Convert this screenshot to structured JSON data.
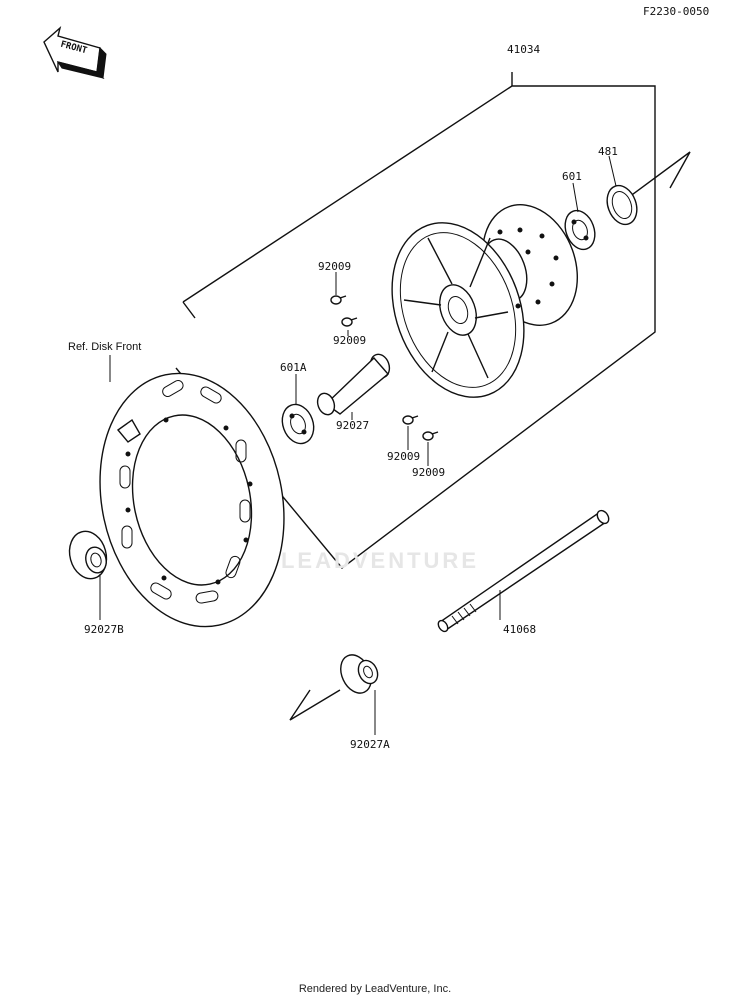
{
  "diagram_code": "F2230-0050",
  "front_badge": "FRONT",
  "watermark": "LEADVENTURE",
  "footer": "Rendered by LeadVenture, Inc.",
  "parts": {
    "hub_assembly": "41034",
    "circlip": "481",
    "bearing_right": "601",
    "bearing_left": "601A",
    "spacer": "92027",
    "collar_left": "92027B",
    "collar_right": "92027A",
    "axle": "41068",
    "screw_top_1": "92009",
    "screw_top_2": "92009",
    "screw_bottom_1": "92009",
    "screw_bottom_2": "92009",
    "disk_ref": "Ref.  Disk Front"
  }
}
